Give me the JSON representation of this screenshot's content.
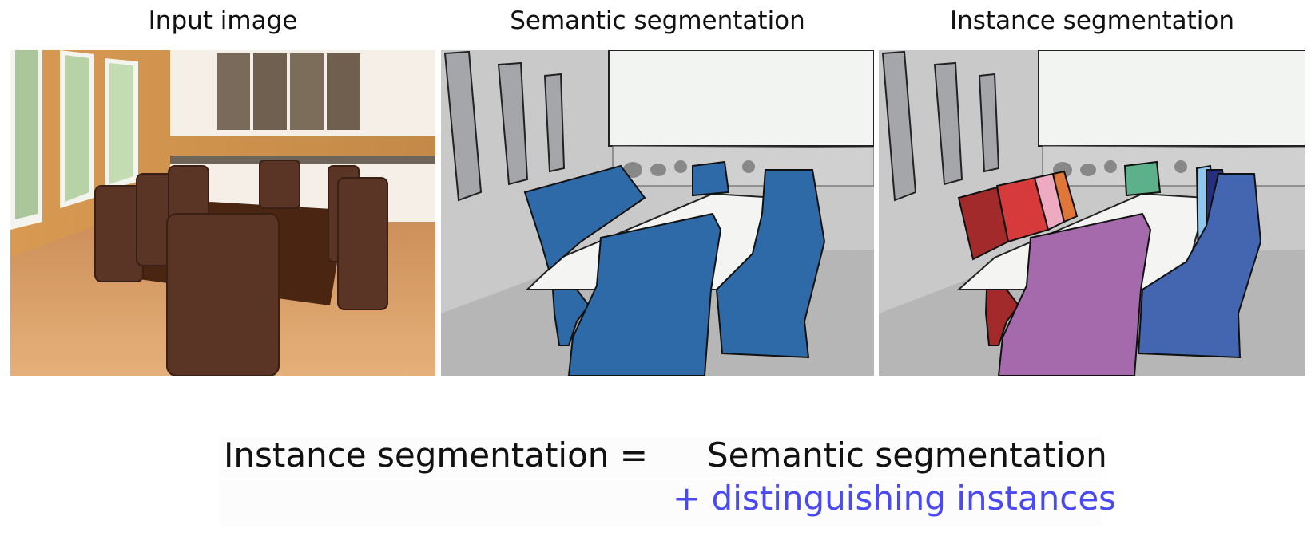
{
  "captions": {
    "input": "Input image",
    "semantic": "Semantic segmentation",
    "instance": "Instance segmentation"
  },
  "equation": {
    "left": "Instance segmentation =",
    "right": "Semantic segmentation",
    "plus": "+ distinguishing instances"
  },
  "colors": {
    "semantic_chair": "#2e6aa8",
    "instance_chairs": [
      "#a32a2a",
      "#d63a3a",
      "#eeaac0",
      "#e0763a",
      "#5cb08a",
      "#8ec8ee",
      "#26307a",
      "#4466b0",
      "#a56aac"
    ],
    "highlight_text": "#4a4af0"
  }
}
